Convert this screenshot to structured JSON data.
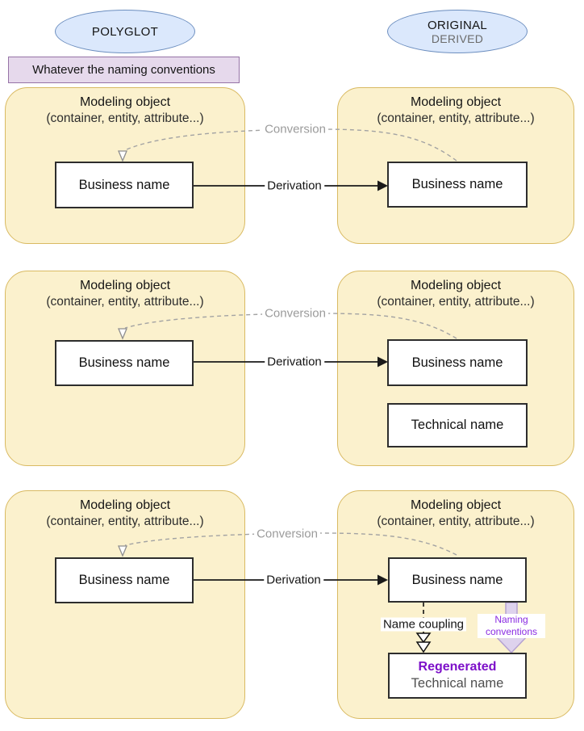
{
  "header": {
    "polyglot": "POLYGLOT",
    "original": "ORIGINAL",
    "derived": "DERIVED",
    "banner": "Whatever the naming conventions"
  },
  "modeling_object": {
    "title": "Modeling object",
    "subtitle": "(container, entity, attribute...)"
  },
  "nodes": {
    "business_name": "Business name",
    "technical_name": "Technical name",
    "regenerated": "Regenerated"
  },
  "edges": {
    "conversion": "Conversion",
    "derivation": "Derivation",
    "name_coupling": "Name coupling",
    "naming_conventions": "Naming conventions"
  },
  "colors": {
    "ellipse_fill": "#dbe8fc",
    "ellipse_stroke": "#6c8ebf",
    "banner_fill": "#e6d9ec",
    "banner_stroke": "#9673a6",
    "container_fill": "#fbf1cd",
    "container_stroke": "#d9ba62",
    "box_border": "#2d2d2d",
    "derivation_color": "#1a1a1a",
    "conversion_color": "#a3a3a3",
    "purple_text": "#7d10c9",
    "naming_conventions_text": "#8a2be2",
    "lavender_fill": "#ded2ed",
    "lavender_stroke": "#b5a2d1",
    "derived_text": "#6b6b6b",
    "technical_gray": "#4f4f4f"
  }
}
